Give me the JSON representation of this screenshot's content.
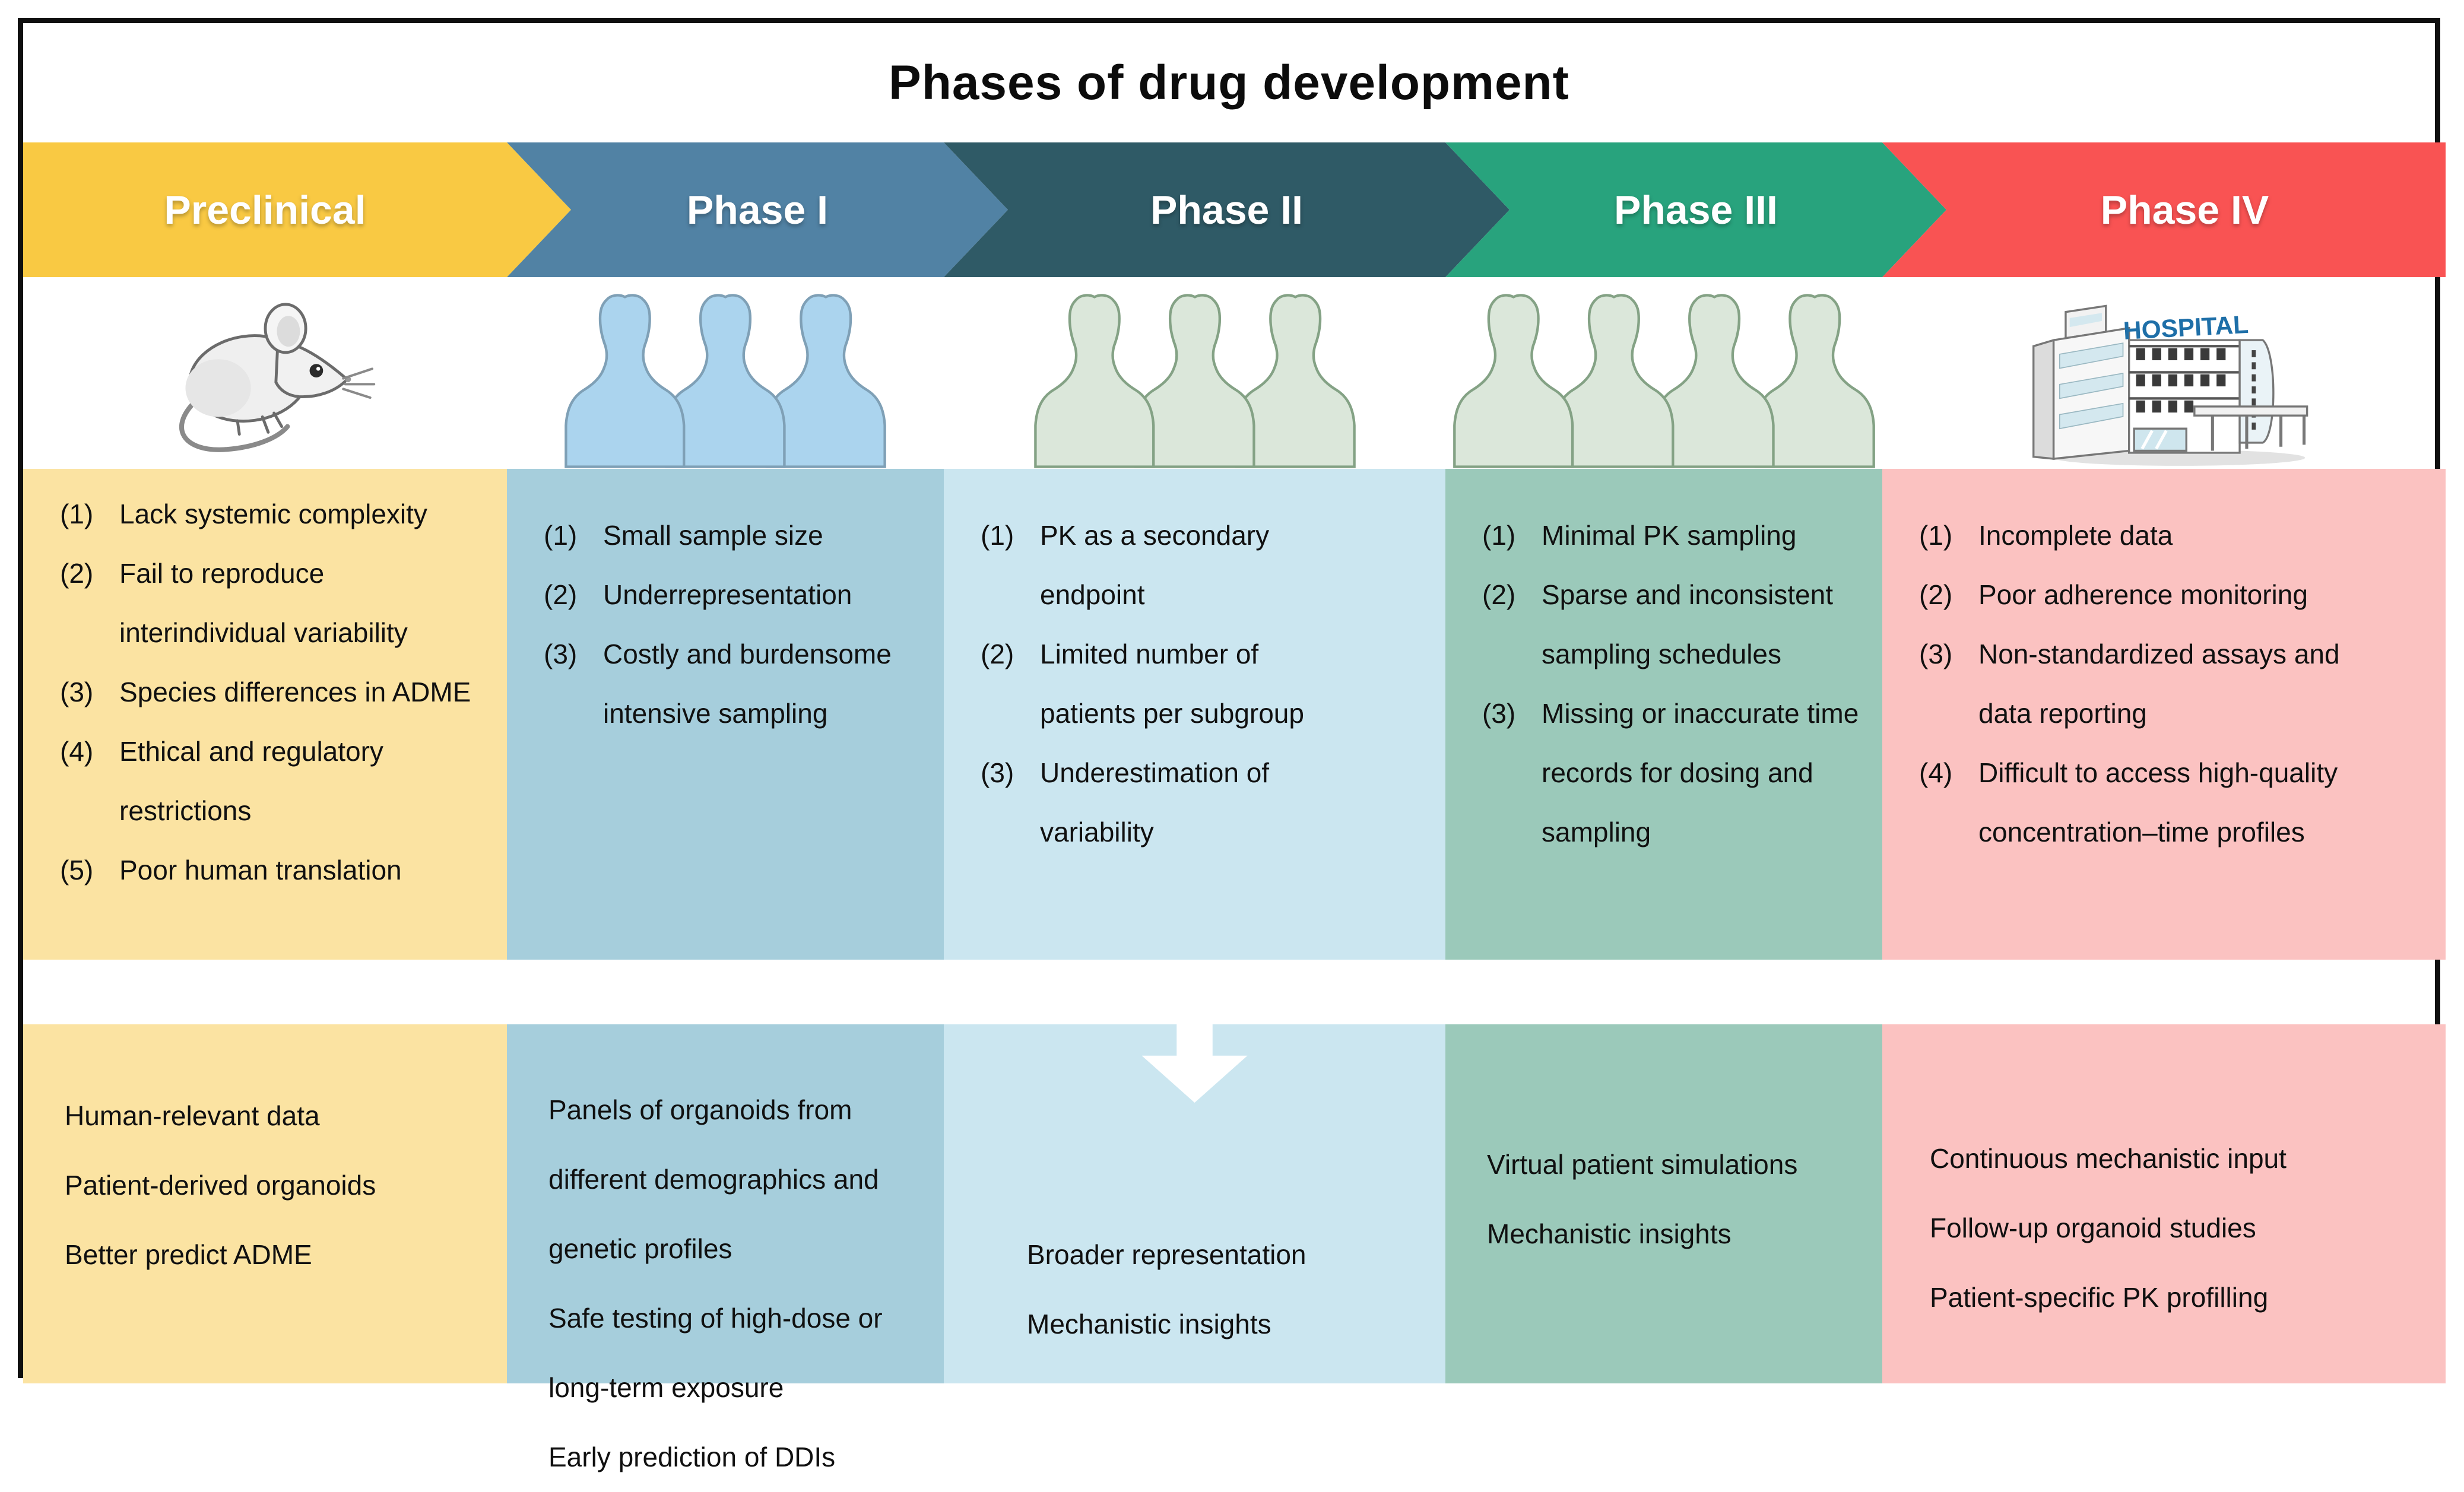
{
  "title": "Phases of drug development",
  "hospital_sign": "HOSPITAL",
  "icons": [
    {
      "name": "mouse-icon"
    },
    {
      "name": "people-group-icon",
      "count": 3,
      "color": "#ABD4EE",
      "stroke": "#7FA0B6"
    },
    {
      "name": "people-group-icon",
      "count": 3,
      "color": "#DBE7DA",
      "stroke": "#84A285"
    },
    {
      "name": "people-group-icon",
      "count": 4,
      "color": "#DBE7DA",
      "stroke": "#84A285"
    },
    {
      "name": "hospital-icon"
    },
    {
      "name": "down-arrow-icon"
    }
  ],
  "phases": [
    {
      "label": "Preclinical",
      "colors": {
        "header": "#F9C943",
        "panel": "#FBE3A2"
      },
      "limitations": [
        {
          "n": "(1)",
          "t": "Lack systemic complexity"
        },
        {
          "n": "(2)",
          "t": "Fail to reproduce interindividual variability"
        },
        {
          "n": "(3)",
          "t": "Species differences in ADME"
        },
        {
          "n": "(4)",
          "t": "Ethical and regulatory restrictions"
        },
        {
          "n": "(5)",
          "t": "Poor human translation"
        }
      ],
      "benefits": [
        "Human-relevant data",
        "Patient-derived organoids",
        "Better predict ADME"
      ]
    },
    {
      "label": "Phase I",
      "colors": {
        "header": "#5182A4",
        "panel": "#A6CEDC"
      },
      "limitations": [
        {
          "n": "(1)",
          "t": "Small sample size"
        },
        {
          "n": "(2)",
          "t": "Underrepresentation"
        },
        {
          "n": "(3)",
          "t": "Costly and burdensome intensive sampling"
        }
      ],
      "benefits": [
        "Panels of organoids from different demographics and genetic profiles",
        "Safe testing of high-dose or long-term exposure",
        "Early prediction of DDIs"
      ]
    },
    {
      "label": "Phase II",
      "colors": {
        "header": "#2F5A66",
        "panel": "#CBE6F0"
      },
      "limitations": [
        {
          "n": "(1)",
          "t": "PK as a secondary endpoint"
        },
        {
          "n": "(2)",
          "t": "Limited number of patients per subgroup"
        },
        {
          "n": "(3)",
          "t": "Underestimation of variability"
        }
      ],
      "benefits": [
        "Broader representation",
        "Mechanistic insights"
      ]
    },
    {
      "label": "Phase III",
      "colors": {
        "header": "#28A37D",
        "panel": "#9BC9BA"
      },
      "limitations": [
        {
          "n": "(1)",
          "t": "Minimal PK sampling"
        },
        {
          "n": "(2)",
          "t": "Sparse and inconsistent sampling schedules"
        },
        {
          "n": "(3)",
          "t": "Missing or inaccurate time records for dosing and sampling"
        }
      ],
      "benefits": [
        "Virtual patient simulations",
        "Mechanistic insights"
      ]
    },
    {
      "label": "Phase IV",
      "colors": {
        "header": "#F95353",
        "panel": "#FBC2C1"
      },
      "limitations": [
        {
          "n": "(1)",
          "t": "Incomplete data"
        },
        {
          "n": "(2)",
          "t": "Poor adherence monitoring"
        },
        {
          "n": "(3)",
          "t": "Non-standardized assays and data reporting"
        },
        {
          "n": "(4)",
          "t": "Difficult to access high-quality concentration–time profiles"
        }
      ],
      "benefits": [
        "Continuous mechanistic input",
        "Follow-up organoid studies",
        "Patient-specific PK profilling"
      ]
    }
  ]
}
